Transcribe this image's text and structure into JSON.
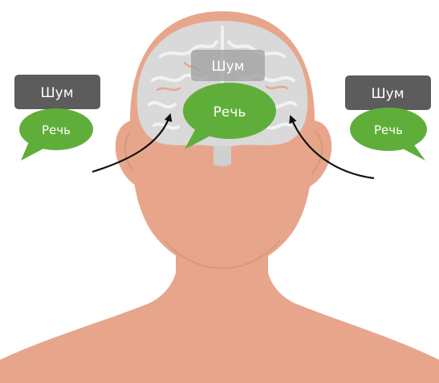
{
  "left_source": {
    "noise_label": "Шум",
    "speech_label": "Речь"
  },
  "center_source": {
    "noise_label": "Шум",
    "speech_label": "Речь"
  },
  "right_source": {
    "noise_label": "Шум",
    "speech_label": "Речь"
  },
  "colors": {
    "skin": "#E7A68C",
    "skin_shade": "#D9967E",
    "brain": "#D9D9D9",
    "brain_fold": "#F2F2F2",
    "noise_box": "#5C5C5C",
    "speech_bubble": "#5FAE3A",
    "arrow": "#111111"
  }
}
